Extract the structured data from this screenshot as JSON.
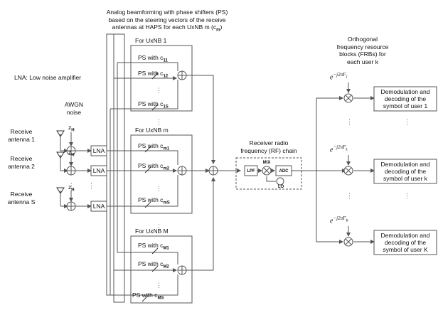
{
  "header": {
    "beamforming_title_1": "Analog beamforming with phase shifters (PS)",
    "beamforming_title_2": "based on the steering vectors of the receive",
    "beamforming_title_3": "antennas  at  HAPS for each UxNB m (c",
    "beamforming_title_3_sub": "m",
    "beamforming_title_3_end": ")",
    "frb_title_1": "Orthogonal",
    "frb_title_2": "frequency resource",
    "frb_title_3": "blocks (FRBs) for",
    "frb_title_4": "each user k"
  },
  "legend": {
    "lna_note": "LNA: Low noise amplifier",
    "awgn_1": "AWGN",
    "awgn_2": "noise"
  },
  "antennas": [
    {
      "line1": "Receive",
      "line2": "antenna 1"
    },
    {
      "line1": "Receive",
      "line2": "antenna 2"
    },
    {
      "line1": "Receive",
      "line2": "antenna S"
    }
  ],
  "noise_label": "z",
  "noise_sub": "H",
  "lna_label": "LNA",
  "groups": [
    {
      "title": "For UxNB 1",
      "ps": [
        {
          "text": "PS with c",
          "sub": "11"
        },
        {
          "text": "PS with c",
          "sub": "12"
        },
        {
          "text": "PS with c",
          "sub": "1S"
        }
      ]
    },
    {
      "title": "For UxNB m",
      "ps": [
        {
          "text": "PS with c",
          "sub": "m1"
        },
        {
          "text": "PS with c",
          "sub": "m2"
        },
        {
          "text": "PS with c",
          "sub": "mS"
        }
      ]
    },
    {
      "title": "For UxNB M",
      "ps": [
        {
          "text": "PS with c",
          "sub": "M1"
        },
        {
          "text": "PS with c",
          "sub": "M2"
        },
        {
          "text": "PS with c",
          "sub": "MS"
        }
      ]
    }
  ],
  "rf_chain": {
    "title_1": "Receiver radio",
    "title_2": "frequency (RF) chain",
    "lpf": "LPF",
    "mix": "MIX",
    "adc": "ADC",
    "lo": "LO"
  },
  "frb_exponents": [
    {
      "text": "e",
      "exp": "−j2πF",
      "sub": "1"
    },
    {
      "text": "e",
      "exp": "−j2πF",
      "sub": "k"
    },
    {
      "text": "e",
      "exp": "−j2πF",
      "sub": "K"
    }
  ],
  "demod": [
    {
      "line1": "Demodulation and",
      "line2": "decoding of the",
      "line3": "symbol of user 1"
    },
    {
      "line1": "Demodulation and",
      "line2": "decoding of the",
      "line3": "symbol of user k"
    },
    {
      "line1": "Demodulation and",
      "line2": "decoding of the",
      "line3": "symbol of user K"
    }
  ],
  "colors": {
    "line": "#555555",
    "text": "#111111",
    "box_border": "#555555"
  }
}
